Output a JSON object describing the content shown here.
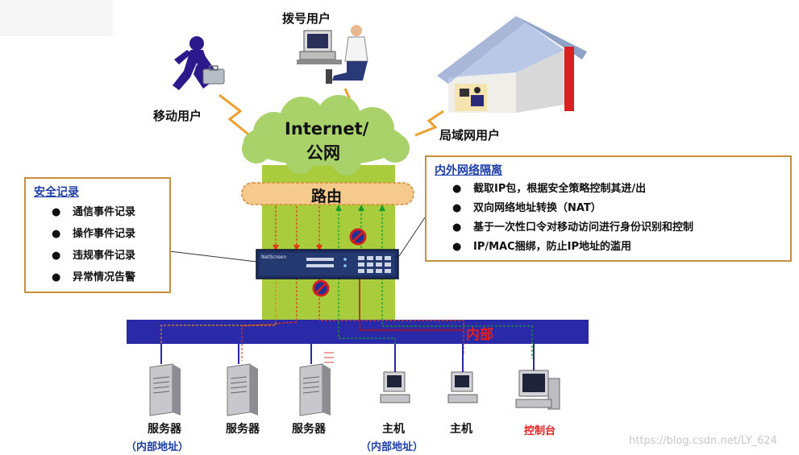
{
  "cloud": {
    "line1": "Internet/",
    "line2": "公网"
  },
  "router": {
    "label": "路由"
  },
  "firewall": {
    "front_label": "NetScreen"
  },
  "internal_bar": {
    "label": "内部"
  },
  "users": {
    "mobile": "移动用户",
    "dialup": "拨号用户",
    "lan": "局域网用户"
  },
  "left_panel": {
    "title": "安全记录",
    "items": [
      "通信事件记录",
      "操作事件记录",
      "违规事件记录",
      "异常情况告警"
    ]
  },
  "right_panel": {
    "title": "内外网络隔离",
    "items": [
      "截取IP包，根据安全策略控制其进/出",
      "双向网络地址转换（NAT）",
      "基于一次性口令对移动访问进行身份识别和控制",
      "IP/MAC捆绑，防止IP地址的滥用"
    ]
  },
  "devices": [
    {
      "label": "服务器",
      "sub": "（内部地址）",
      "color": "#111111"
    },
    {
      "label": "服务器",
      "sub": "",
      "color": "#111111"
    },
    {
      "label": "服务器",
      "sub": "",
      "color": "#111111"
    },
    {
      "label": "主机",
      "sub": "（内部地址）",
      "color": "#111111"
    },
    {
      "label": "主机",
      "sub": "",
      "color": "#111111"
    },
    {
      "label": "控制台",
      "sub": "",
      "color": "#e02020"
    }
  ],
  "watermark": "https://blog.csdn.net/LY_624",
  "colors": {
    "zone_green": "#a8cc3c",
    "cloud_green": "#a9d26a",
    "router_orange": "#f6c98c",
    "bar_blue": "#2a2aa8",
    "panel_border": "#c7903c",
    "title_blue": "#1f3fa8",
    "alert_red": "#e02020"
  }
}
